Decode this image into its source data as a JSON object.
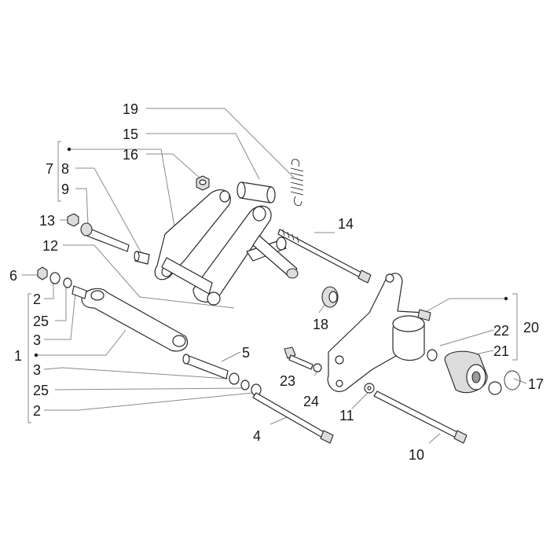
{
  "labels": [
    {
      "id": "19",
      "text": "19"
    },
    {
      "id": "15",
      "text": "15"
    },
    {
      "id": "16",
      "text": "16"
    },
    {
      "id": "7",
      "text": "7"
    },
    {
      "id": "8",
      "text": "8"
    },
    {
      "id": "9",
      "text": "9"
    },
    {
      "id": "13",
      "text": "13"
    },
    {
      "id": "12",
      "text": "12"
    },
    {
      "id": "14",
      "text": "14"
    },
    {
      "id": "6",
      "text": "6"
    },
    {
      "id": "2a",
      "text": "2"
    },
    {
      "id": "25a",
      "text": "25"
    },
    {
      "id": "3a",
      "text": "3"
    },
    {
      "id": "1",
      "text": "1"
    },
    {
      "id": "3b",
      "text": "3"
    },
    {
      "id": "25b",
      "text": "25"
    },
    {
      "id": "2b",
      "text": "2"
    },
    {
      "id": "5",
      "text": "5"
    },
    {
      "id": "18",
      "text": "18"
    },
    {
      "id": "22",
      "text": "22"
    },
    {
      "id": "20",
      "text": "20"
    },
    {
      "id": "21",
      "text": "21"
    },
    {
      "id": "17",
      "text": "17"
    },
    {
      "id": "23",
      "text": "23"
    },
    {
      "id": "24",
      "text": "24"
    },
    {
      "id": "11",
      "text": "11"
    },
    {
      "id": "4",
      "text": "4"
    },
    {
      "id": "10",
      "text": "10"
    }
  ]
}
